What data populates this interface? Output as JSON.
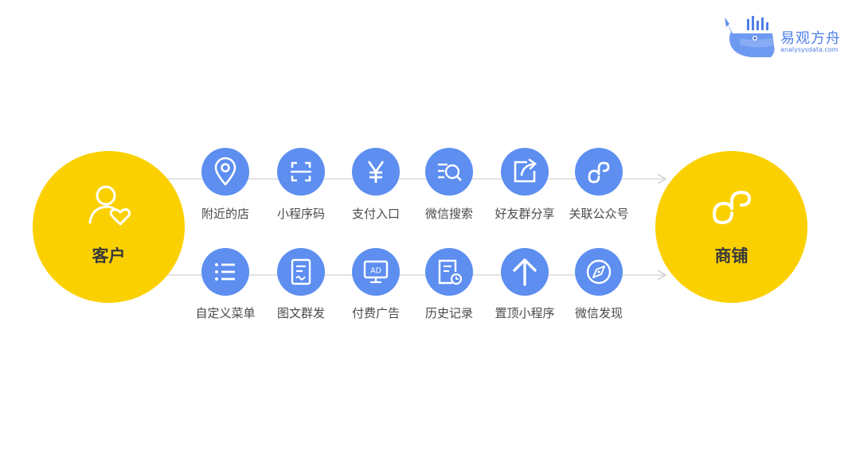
{
  "brand": {
    "name": "易观方舟",
    "url": "analysysdata.com"
  },
  "left_node": {
    "label": "客户",
    "icon": "user-heart-icon"
  },
  "right_node": {
    "label": "商铺",
    "icon": "mini-program-icon"
  },
  "channels_top": [
    {
      "label": "附近的店",
      "icon": "location-pin-icon"
    },
    {
      "label": "小程序码",
      "icon": "scan-code-icon"
    },
    {
      "label": "支付入口",
      "icon": "yen-icon"
    },
    {
      "label": "微信搜索",
      "icon": "search-list-icon"
    },
    {
      "label": "好友群分享",
      "icon": "share-icon"
    },
    {
      "label": "关联公众号",
      "icon": "mini-program-icon"
    }
  ],
  "channels_bottom": [
    {
      "label": "自定义菜单",
      "icon": "menu-list-icon"
    },
    {
      "label": "图文群发",
      "icon": "article-icon"
    },
    {
      "label": "付费广告",
      "icon": "ad-screen-icon"
    },
    {
      "label": "历史记录",
      "icon": "history-doc-icon"
    },
    {
      "label": "置顶小程序",
      "icon": "arrow-up-icon"
    },
    {
      "label": "微信发现",
      "icon": "compass-icon"
    }
  ],
  "colors": {
    "node": "#fbd000",
    "channel": "#5d8ef0",
    "line": "#e3e3e3",
    "brand": "#4f7fe6"
  }
}
